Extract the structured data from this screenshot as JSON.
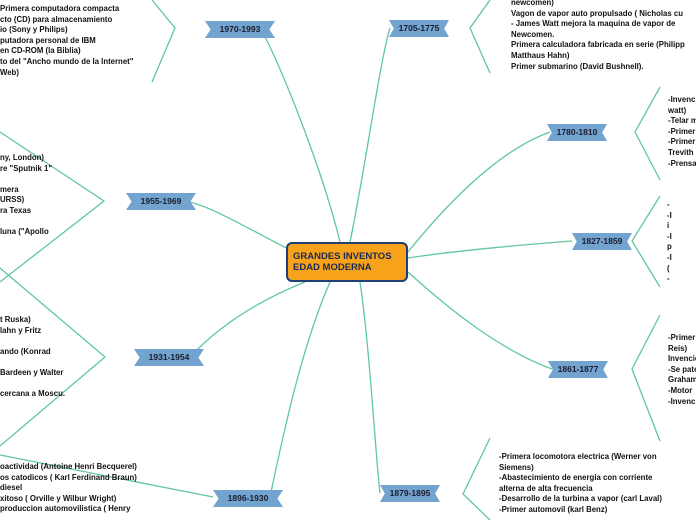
{
  "central": {
    "lines": [
      "GRANDES INVENTOS",
      "EDAD MODERNA"
    ]
  },
  "colors": {
    "central_fill": "#f7a21b",
    "central_border": "#1f3f75",
    "branch_fill": "#73a3cf",
    "line": "#5fc7a2"
  },
  "branches": [
    {
      "label": "1970-1993",
      "lines": [
        "Primera computadora compacta",
        "cto (CD) para almacenamiento",
        "io (Sony y Philips)",
        "putadora personal de IBM",
        "en CD-ROM (la Biblia)",
        "to del \"Ancho mundo de la Internet\"",
        "Web)"
      ]
    },
    {
      "label": "1955-1969",
      "lines": [
        "ny, London)",
        "re \"Sputnik 1\"",
        "",
        "mera",
        "URSS)",
        "ra Texas",
        "",
        "luna (\"Apollo"
      ]
    },
    {
      "label": "1931-1954",
      "lines": [
        "t Ruska)",
        "lahn y Fritz",
        "",
        "ando (Konrad",
        "",
        "Bardeen y Walter",
        "",
        "cercana a Moscu."
      ]
    },
    {
      "label": "1896-1930",
      "lines": [
        "oactividad (Antoine Henri Becquerel)",
        "os catodicos ( Karl Ferdinand Braun)",
        "diesel",
        "xitoso ( Orville y Wilbur Wright)",
        "produccion automovilistica ( Henry"
      ]
    },
    {
      "label": "1705-1775",
      "lines": [
        "newcomen)",
        "Vagon de vapor auto propulsado ( Nicholas cu",
        "- James Watt mejora la maquina de vapor de",
        "Newcomen.",
        "Primera calculadora fabricada en serie (Philipp",
        "Matthaus Hahn)",
        "Primer submarino (David Bushnell)."
      ]
    },
    {
      "label": "1780-1810",
      "lines": [
        "-Invenc",
        "watt)",
        "-Telar m",
        "-Primer",
        "-Primer",
        "Trevith",
        "-Prensa"
      ]
    },
    {
      "label": "1827-1859",
      "lines": [
        "-",
        "-I",
        "i",
        "-I",
        "p",
        "-I",
        "(",
        "-"
      ]
    },
    {
      "label": "1861-1877",
      "lines": [
        "-Primer",
        "Reis)",
        "Invencio",
        "-Se pate",
        "Graham",
        "-Motor",
        "-Invenc"
      ]
    },
    {
      "label": "1879-1895",
      "lines": [
        "-Primera locomotora electrica (Werner von",
        "Siemens)",
        "-Abastecimiento de energia con corriente",
        "alterna de alta frecuencia",
        "-Desarrollo de la turbina a vapor (carl Laval)",
        "-Primer automovil (karl Benz)"
      ]
    }
  ]
}
